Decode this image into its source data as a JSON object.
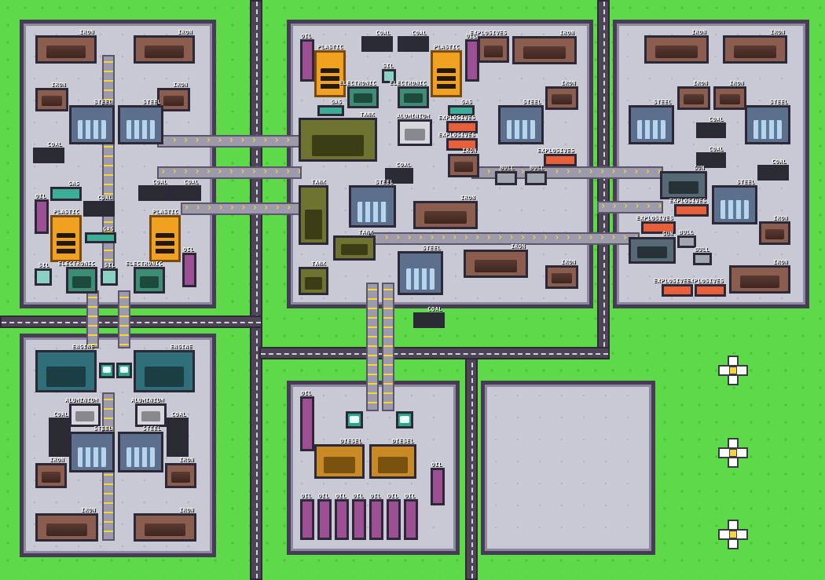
{
  "labels": {
    "iron": "IRON",
    "steel": "STEEL",
    "coal": "COAL",
    "plastic": "PLASTIC",
    "electronic": "ELECTRONIC",
    "gas": "GAS",
    "sil": "SIL",
    "oil": "OIL",
    "tank": "TANK",
    "aluminium": "ALUMINIUM",
    "explosives": "EXPLOSIVES",
    "bull": "BULL",
    "gun": "GUN",
    "engine": "ENGINE",
    "diesel": "DIESEL"
  },
  "icons": {
    "control_pad": "dpad-icon",
    "recycle": "recycle-icon"
  },
  "colors": {
    "grass": "#5ed94a",
    "road": "#4c4556",
    "zone_floor": "#c9c9d6",
    "zone_wall": "#463d55",
    "conveyor": "#9d9aab",
    "arrow": "#f5d63a"
  }
}
